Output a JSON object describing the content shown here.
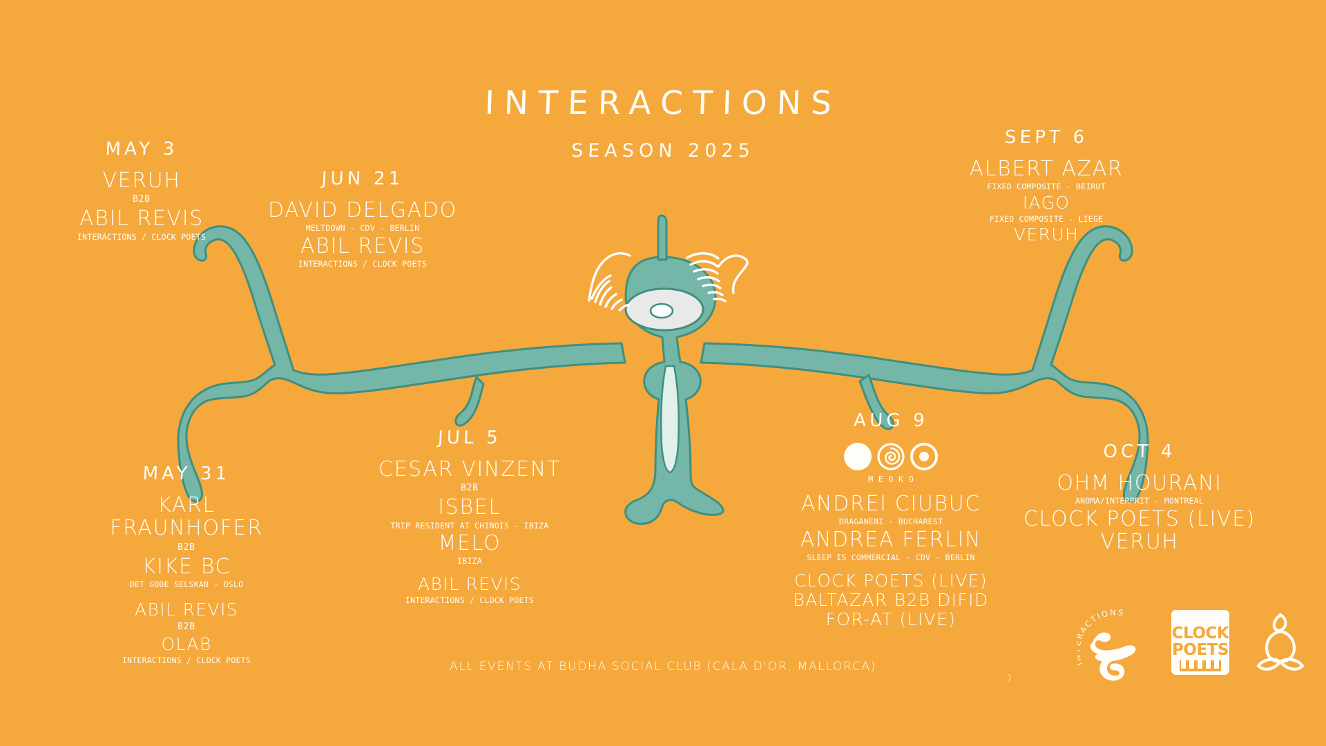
{
  "poster": {
    "background_color": "#f5a83c",
    "text_color": "#fffdf7",
    "creature_color": "#74b6a7",
    "title": "INTERACTIONS",
    "subtitle": "SEASON 2025",
    "venue_line": "ALL EVENTS AT BUDHA SOCIAL CLUB (CALA D'OR, MALLORCA)"
  },
  "events": {
    "may3": {
      "date": "MAY 3",
      "lines": [
        {
          "name": "VERUH"
        },
        {
          "joiner": "B2B"
        },
        {
          "name": "ABIL REVIS",
          "affiliation": "INTERACTIONS / CLOCK POETS"
        }
      ]
    },
    "jun21": {
      "date": "JUN 21",
      "lines": [
        {
          "name": "DAVID DELGADO",
          "affiliation": "MELTDOWN - CDV - BERLIN"
        },
        {
          "name": "ABIL REVIS",
          "affiliation": "INTERACTIONS / CLOCK POETS"
        }
      ]
    },
    "sept6": {
      "date": "SEPT 6",
      "lines": [
        {
          "name": "ALBERT AZAR",
          "affiliation": "FIXED COMPOSITE - BEIRUT"
        },
        {
          "name": "IAGO",
          "affiliation": "FIXED COMPOSITE - LIEGE"
        },
        {
          "name": "VERUH"
        }
      ]
    },
    "may31": {
      "date": "MAY 31",
      "lines": [
        {
          "name": "KARL"
        },
        {
          "name": "FRAUNHOFER"
        },
        {
          "joiner": "B2B"
        },
        {
          "name": "KIKE BC",
          "affiliation": "DET GODE SELSKAB - OSLO"
        },
        {
          "name": "ABIL REVIS"
        },
        {
          "joiner": "B2B"
        },
        {
          "name": "OLAB",
          "affiliation": "INTERACTIONS / CLOCK POETS"
        }
      ]
    },
    "jul5": {
      "date": "JUL 5",
      "lines": [
        {
          "name": "CESAR VINZENT"
        },
        {
          "joiner": "B2B"
        },
        {
          "name": "ISBEL",
          "affiliation": "TRIP RESIDENT AT CHINOIS - IBIZA"
        },
        {
          "name": "MELO",
          "affiliation": "IBIZA"
        },
        {
          "name": "ABIL REVIS",
          "affiliation": "INTERACTIONS / CLOCK POETS"
        }
      ]
    },
    "aug9": {
      "date": "AUG 9",
      "presenter": "MEOKO",
      "lines": [
        {
          "name": "ANDREI CIUBUC",
          "affiliation": "DRAGANENI - BUCHAREST"
        },
        {
          "name": "ANDREA FERLIN",
          "affiliation": "SLEEP IS COMMERCIAL - CDV - BERLIN"
        },
        {
          "name": "CLOCK POETS (LIVE)"
        },
        {
          "name": "BALTAZAR B2B DIFID"
        },
        {
          "name": "FOR-AT (LIVE)"
        }
      ]
    },
    "oct4": {
      "date": "OCT 4",
      "lines": [
        {
          "name": "OHM HOURANI",
          "affiliation": "ANOMA/INTERPRIT - MONTREAL"
        },
        {
          "name": "CLOCK POETS (LIVE)"
        },
        {
          "name": "VERUH"
        }
      ]
    }
  },
  "logos": {
    "interactions": "INTERACTIONS",
    "clock_poets_line1": "CLOCK",
    "clock_poets_line2": "POETS",
    "budha": "budha-lotus-figure"
  }
}
